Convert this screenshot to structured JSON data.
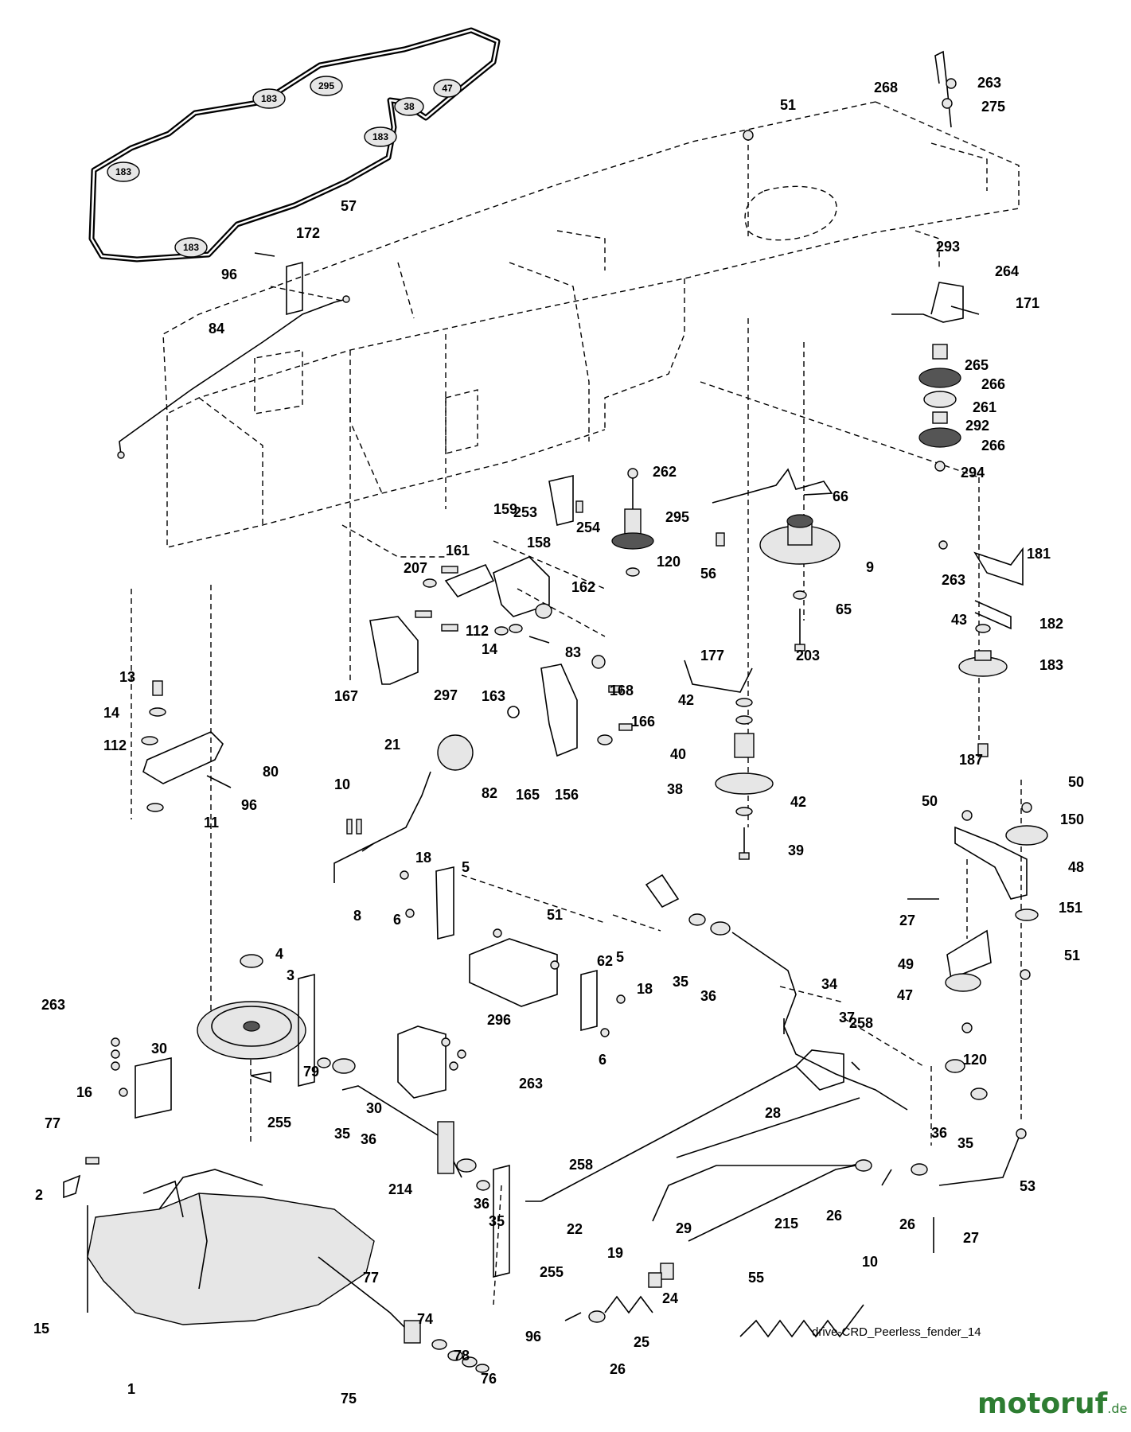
{
  "belt_pulleys": [
    {
      "label": "183",
      "cx": 0,
      "cy": 0
    },
    {
      "label": "295"
    },
    {
      "label": "47"
    },
    {
      "label": "38"
    },
    {
      "label": "183"
    },
    {
      "label": "183"
    },
    {
      "label": "183"
    }
  ],
  "callouts": [
    "57",
    "268",
    "263",
    "275",
    "51",
    "172",
    "96",
    "84",
    "293",
    "264",
    "171",
    "265",
    "266",
    "261",
    "292",
    "266",
    "294",
    "262",
    "295",
    "120",
    "253",
    "254",
    "66",
    "9",
    "56",
    "65",
    "203",
    "159",
    "158",
    "161",
    "207",
    "162",
    "112",
    "14",
    "163",
    "83",
    "167",
    "297",
    "177",
    "42",
    "40",
    "38",
    "42",
    "39",
    "263",
    "181",
    "43",
    "182",
    "183",
    "187",
    "13",
    "14",
    "112",
    "80",
    "96",
    "11",
    "21",
    "168",
    "166",
    "82",
    "165",
    "156",
    "10",
    "18",
    "5",
    "8",
    "6",
    "51",
    "5",
    "18",
    "62",
    "35",
    "36",
    "296",
    "6",
    "34",
    "37",
    "50",
    "50",
    "150",
    "48",
    "27",
    "151",
    "49",
    "47",
    "51",
    "120",
    "4",
    "3",
    "263",
    "30",
    "79",
    "16",
    "30",
    "263",
    "77",
    "255",
    "35",
    "36",
    "258",
    "28",
    "36",
    "35",
    "2",
    "214",
    "36",
    "35",
    "258",
    "22",
    "29",
    "215",
    "26",
    "10",
    "26",
    "53",
    "27",
    "77",
    "255",
    "19",
    "24",
    "55",
    "15",
    "74",
    "96",
    "25",
    "78",
    "76",
    "1",
    "75",
    "26"
  ],
  "caption": "drive-CRD_Peerless_fender_14",
  "watermark": {
    "name": "motoruf",
    "tld": ".de",
    "color": "#2e7d32"
  }
}
